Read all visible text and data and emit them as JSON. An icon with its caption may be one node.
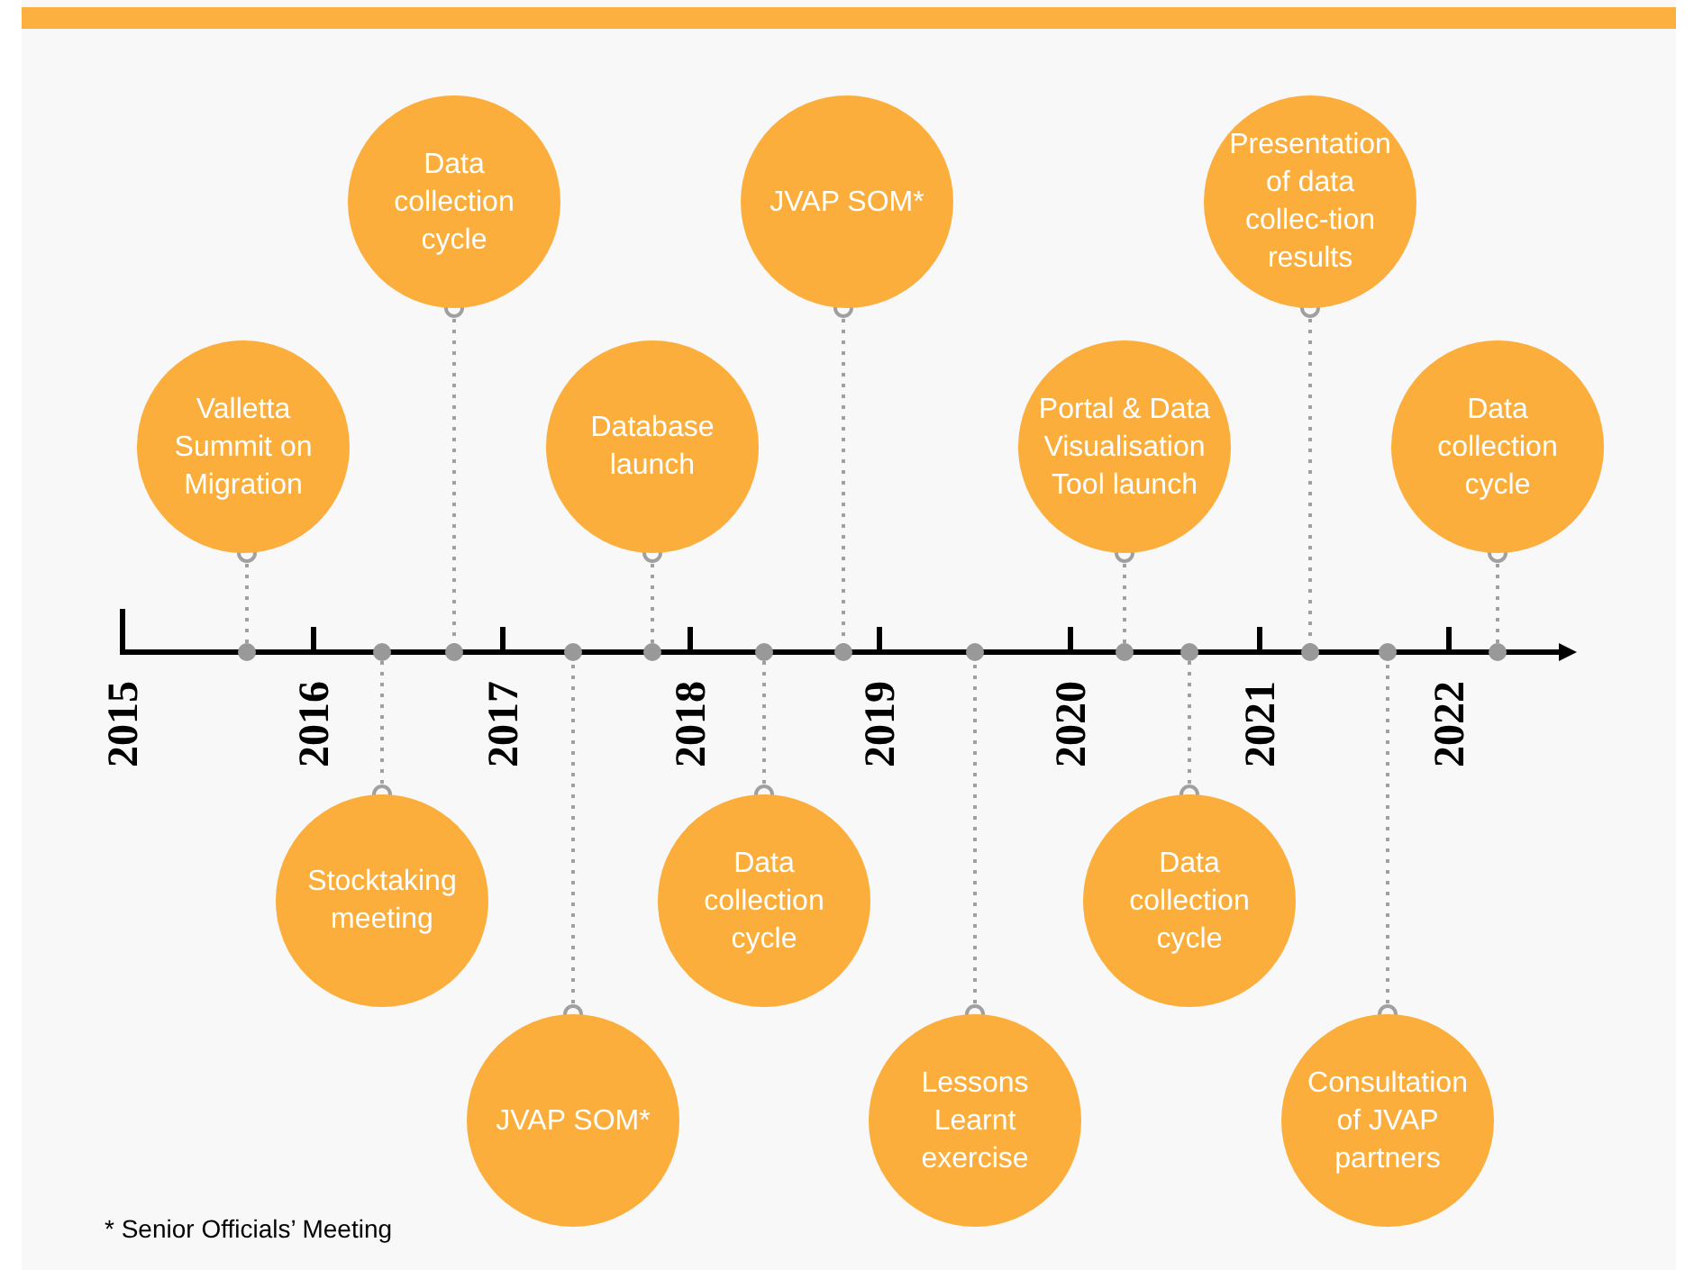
{
  "diagram": {
    "nodes": [
      {
        "text": [
          "Valletta Summit on Migration"
        ]
      },
      {
        "text": [
          "Stocktaking meeting"
        ]
      },
      {
        "text": [
          "Data collection cycle"
        ]
      },
      {
        "text": [
          "JVAP SOM*"
        ]
      },
      {
        "text": [
          "Database launch"
        ]
      },
      {
        "text": [
          "Data collection cycle"
        ]
      },
      {
        "text": [
          "JVAP SOM*"
        ]
      },
      {
        "text": [
          "Lessons Learnt exercise"
        ]
      },
      {
        "text": [
          "Portal & Data Visualisation Tool launch"
        ]
      },
      {
        "text": [
          "Data collection cycle"
        ]
      },
      {
        "text": [
          "Presentation of data collec-tion results"
        ]
      },
      {
        "text": [
          "Consultation of JVAP partners"
        ]
      },
      {
        "text": [
          "Data collection cycle"
        ]
      }
    ],
    "edges": [
      {
        "from": 0,
        "to": null,
        "arrow": "other"
      },
      {
        "from": 1,
        "to": null,
        "arrow": "other"
      },
      {
        "from": 2,
        "to": null,
        "arrow": "other"
      },
      {
        "from": 3,
        "to": null,
        "arrow": "other"
      },
      {
        "from": 4,
        "to": null,
        "arrow": "other"
      },
      {
        "from": 5,
        "to": null,
        "arrow": "other"
      },
      {
        "from": 6,
        "to": null,
        "arrow": "other"
      },
      {
        "from": 7,
        "to": null,
        "arrow": "other"
      },
      {
        "from": 8,
        "to": null,
        "arrow": "other"
      },
      {
        "from": 9,
        "to": null,
        "arrow": "other"
      },
      {
        "from": 10,
        "to": null,
        "arrow": "other"
      },
      {
        "from": 11,
        "to": null,
        "arrow": "other"
      },
      {
        "from": 12,
        "to": null,
        "arrow": "other"
      }
    ],
    "labels": [
      "2015",
      "2016",
      "2017",
      "2018",
      "2019",
      "2020",
      "2021",
      "2022",
      "* Senior Officials’ Meeting"
    ]
  }
}
